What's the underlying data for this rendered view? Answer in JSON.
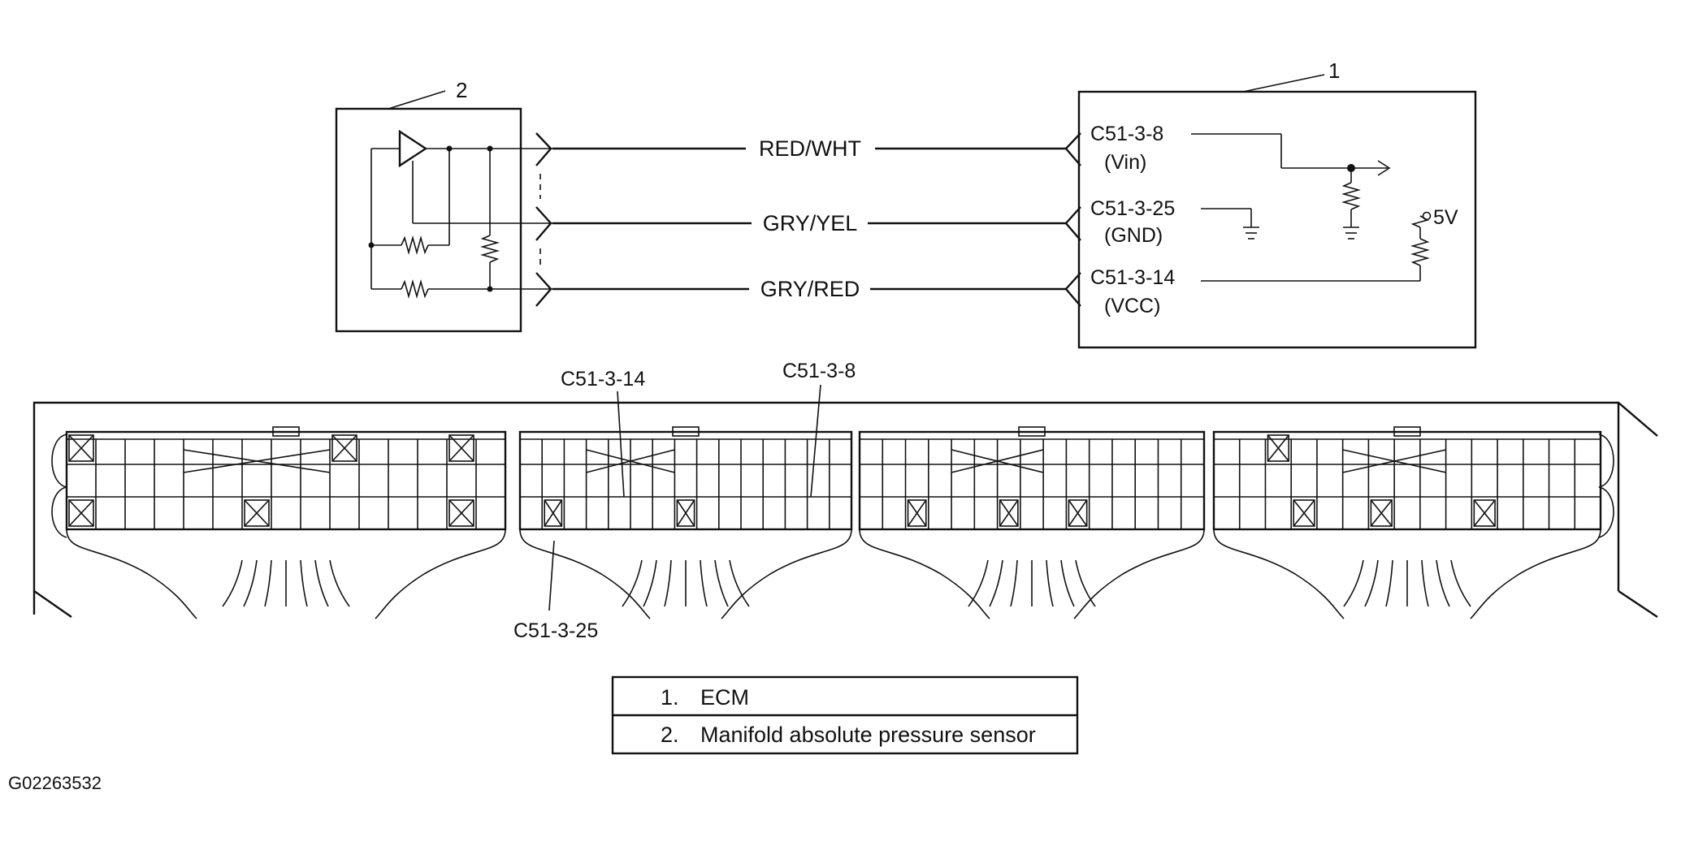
{
  "callouts": {
    "ecm": "1",
    "sensor": "2"
  },
  "wires": [
    {
      "color": "RED/WHT"
    },
    {
      "color": "GRY/YEL"
    },
    {
      "color": "GRY/RED"
    }
  ],
  "ecm_pins": [
    {
      "pin": "C51-3-8",
      "signal": "(Vin)"
    },
    {
      "pin": "C51-3-25",
      "signal": "(GND)"
    },
    {
      "pin": "C51-3-14",
      "signal": "(VCC)"
    }
  ],
  "supply_voltage": "5V",
  "connector_labels": {
    "pin14": "C51-3-14",
    "pin8": "C51-3-8",
    "pin25": "C51-3-25"
  },
  "legend": [
    {
      "num": "1.",
      "text": "ECM"
    },
    {
      "num": "2.",
      "text": "Manifold absolute pressure sensor"
    }
  ],
  "figure_id": "G02263532"
}
